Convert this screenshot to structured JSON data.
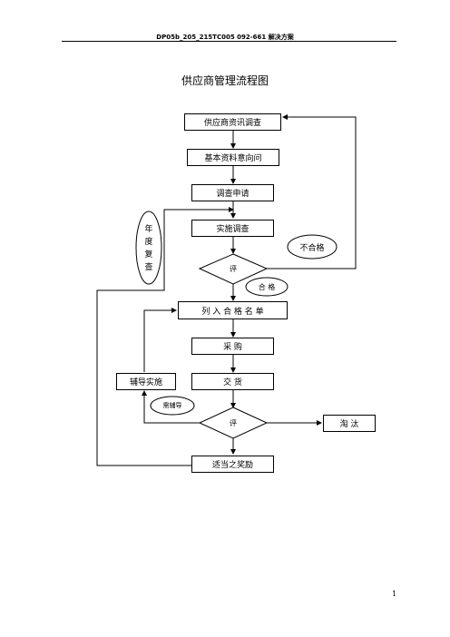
{
  "header": {
    "text": "DP05b_205_215TC005 092-661 解决方案"
  },
  "title": "供应商管理流程图",
  "nodes": {
    "survey": "供应商资讯调查",
    "basic_info": "基本资料意向问",
    "apply": "调查申请",
    "implement": "实施调查",
    "eval1": "评",
    "not_qualified": "不合格",
    "qualified": "合 格",
    "qualified_list": "列 入 合 格 名 单",
    "purchase": "采          购",
    "delivery": "交          货",
    "guidance": "辅导实施",
    "need_guidance": "需辅导",
    "eval2": "评",
    "eliminate": "淘  汰",
    "reward": "适当之奖励",
    "annual_review": "年度复查"
  },
  "annual_review_chars": [
    "年",
    "度",
    "复",
    "查"
  ],
  "page_number": "1"
}
